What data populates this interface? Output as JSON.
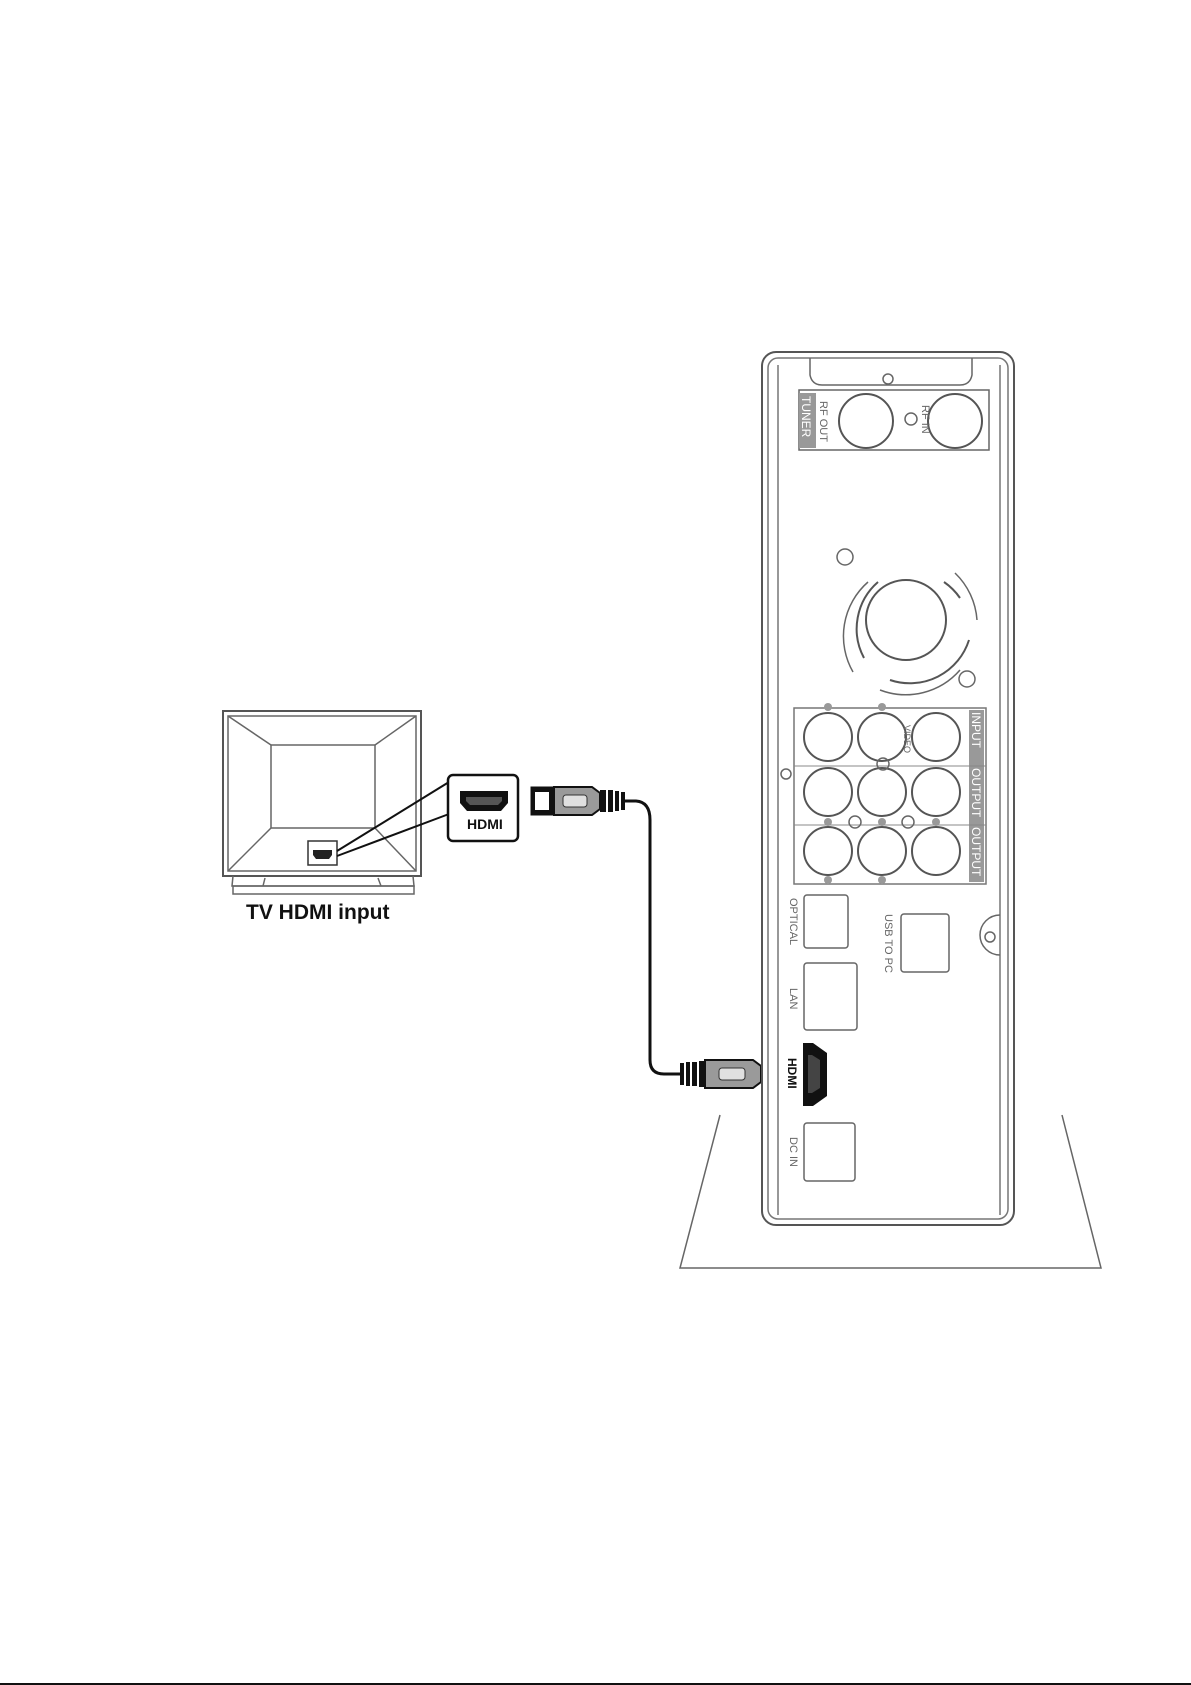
{
  "tv": {
    "caption": "TV HDMI input",
    "callout_label": "HDMI"
  },
  "player": {
    "tuner_label": "TUNER",
    "rf_out_label": "RF OUT",
    "rf_in_label": "RF IN",
    "input_label": "INPUT",
    "output_label_1": "OUTPUT",
    "output_label_2": "OUTPUT",
    "video_label": "VIDEO",
    "optical_label": "OPTICAL",
    "usb_label": "USB TO PC",
    "lan_label": "LAN",
    "hdmi_label": "HDMI",
    "dc_in_label": "DC IN"
  },
  "colors": {
    "line": "#555555",
    "connector_fill": "#9a9a9a",
    "connector_dark": "#111111",
    "label_panel": "#999999"
  }
}
